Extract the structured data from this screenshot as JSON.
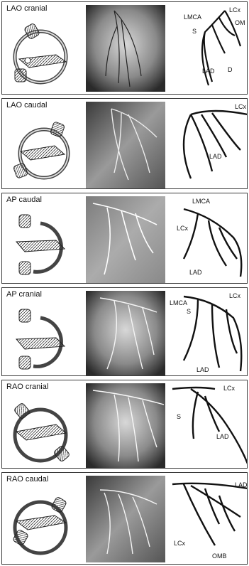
{
  "panels": [
    {
      "title": "LAO cranial",
      "labels": {
        "a": "LMCA",
        "b": "S",
        "c": "LCx",
        "d": "OM",
        "e": "LAD",
        "f": "D"
      }
    },
    {
      "title": "LAO caudal",
      "labels": {
        "a": "LCx",
        "b": "LAD"
      }
    },
    {
      "title": "AP caudal",
      "labels": {
        "a": "LMCA",
        "b": "LCx",
        "c": "LAD"
      }
    },
    {
      "title": "AP cranial",
      "labels": {
        "a": "LMCA",
        "b": "S",
        "c": "LCx",
        "d": "LAD"
      }
    },
    {
      "title": "RAO cranial",
      "labels": {
        "a": "LCx",
        "b": "S",
        "c": "LAD"
      }
    },
    {
      "title": "RAO caudal",
      "labels": {
        "a": "LAD",
        "b": "LCx",
        "c": "OMB"
      }
    }
  ]
}
